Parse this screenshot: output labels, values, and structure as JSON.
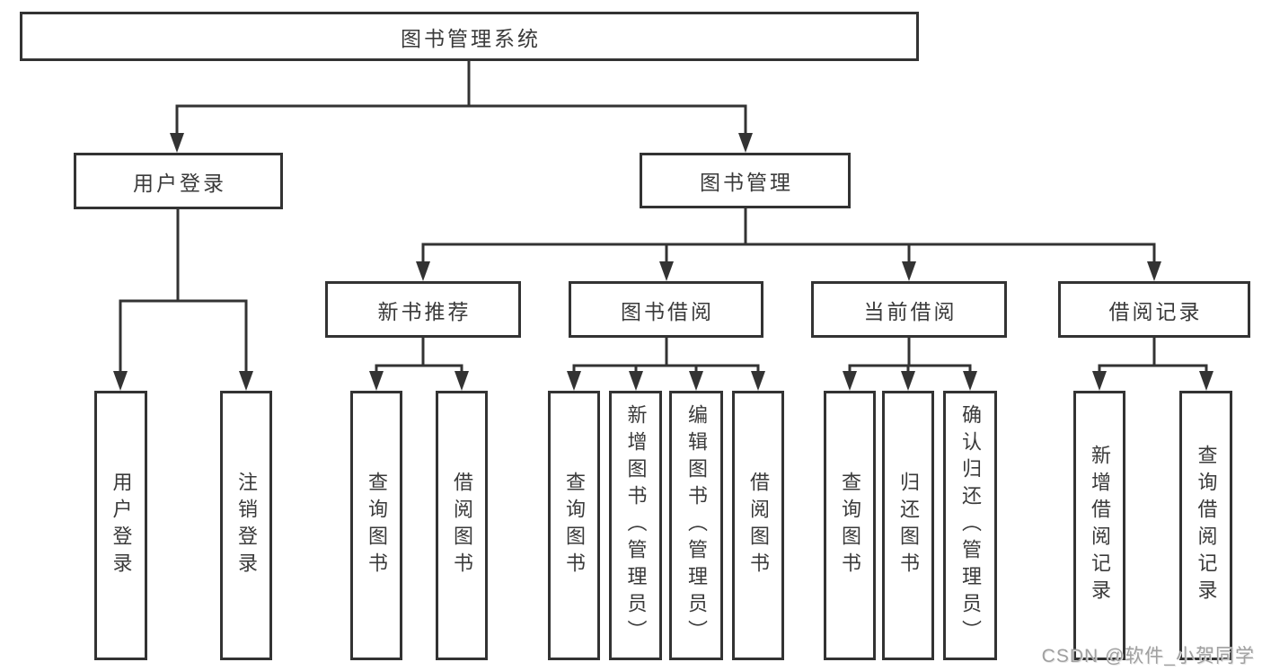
{
  "tree": {
    "label": "图书管理系统",
    "children": [
      {
        "label": "用户登录",
        "children": [
          {
            "label": "用户登录"
          },
          {
            "label": "注销登录"
          }
        ]
      },
      {
        "label": "图书管理",
        "children": [
          {
            "label": "新书推荐",
            "children": [
              {
                "label": "查询图书"
              },
              {
                "label": "借阅图书"
              }
            ]
          },
          {
            "label": "图书借阅",
            "children": [
              {
                "label": "查询图书"
              },
              {
                "label": "新增图书（管理员）"
              },
              {
                "label": "编辑图书（管理员）"
              },
              {
                "label": "借阅图书"
              }
            ]
          },
          {
            "label": "当前借阅",
            "children": [
              {
                "label": "查询图书"
              },
              {
                "label": "归还图书"
              },
              {
                "label": "确认归还（管理员）"
              }
            ]
          },
          {
            "label": "借阅记录",
            "children": [
              {
                "label": "新增借阅记录"
              },
              {
                "label": "查询借阅记录"
              }
            ]
          }
        ]
      }
    ]
  },
  "watermark": "CSDN @软件_小贺同学",
  "colors": {
    "line": "#333333",
    "text": "#3a3a3a",
    "background": "#ffffff",
    "watermark": "#a0a0a0"
  }
}
